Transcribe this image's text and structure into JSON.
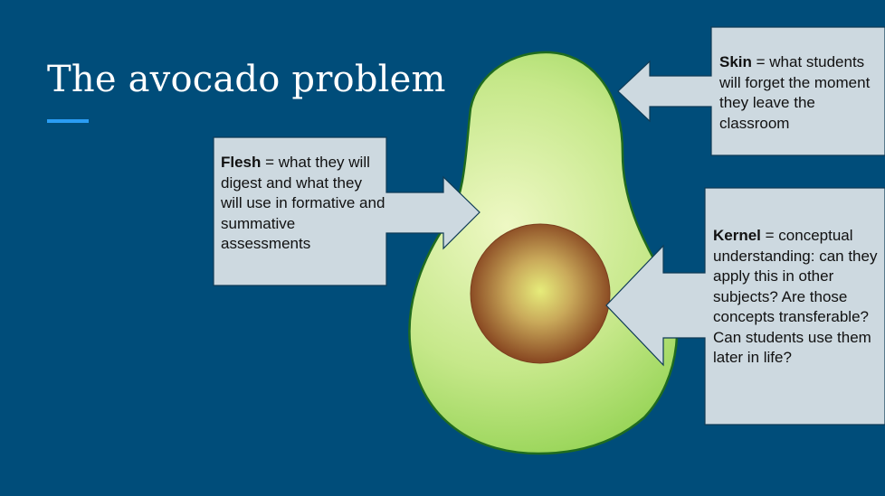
{
  "slide": {
    "title": "The avocado problem",
    "colors": {
      "background": "#004d7a",
      "accent_rule": "#2a9df4",
      "callout_fill": "#cdd9e0",
      "avocado_flesh_light": "#eef8c4",
      "avocado_flesh_dark": "#8dd04c",
      "avocado_skin": "#1f6b1e",
      "kernel_center": "#e6ec7a",
      "kernel_edge": "#8a4a23"
    }
  },
  "callouts": {
    "flesh": {
      "term": "Flesh",
      "description": " = what they will digest and what they will use in formative and summative assessments"
    },
    "skin": {
      "term": "Skin",
      "description": " = what students will forget the moment they leave the classroom"
    },
    "kernel": {
      "term": "Kernel",
      "description": " = conceptual understanding:  can they apply this in other subjects? Are those concepts transferable? Can students use them later in life?"
    }
  },
  "icons": {
    "avocado": "avocado-illustration",
    "kernel": "avocado-pit"
  }
}
